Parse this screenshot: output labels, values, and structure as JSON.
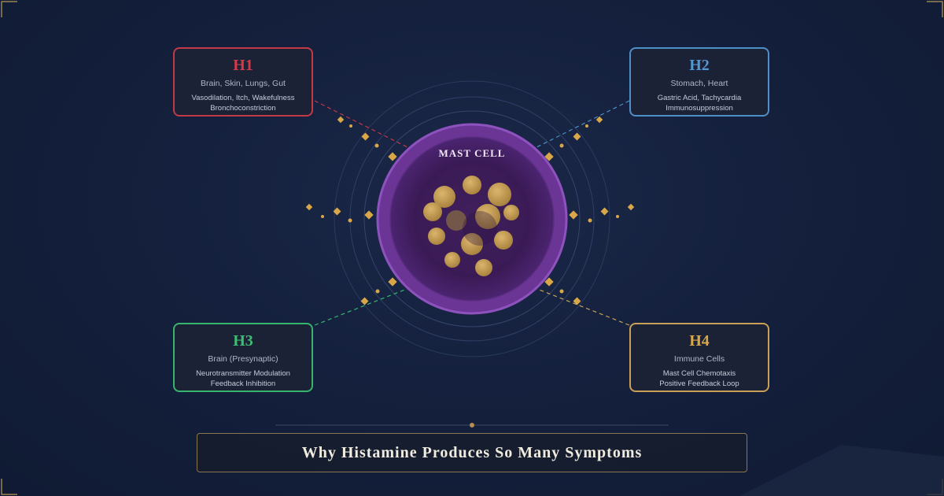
{
  "center": {
    "label": "MAST CELL"
  },
  "receptors": [
    {
      "id": "H1",
      "locations": "Brain, Skin, Lungs, Gut",
      "effects": [
        "Vasodilation, Itch, Wakefulness",
        "Bronchoconstriction"
      ],
      "color": "#c23a47"
    },
    {
      "id": "H2",
      "locations": "Stomach, Heart",
      "effects": [
        "Gastric Acid, Tachycardia",
        "Immunosuppression"
      ],
      "color": "#4e8ec9"
    },
    {
      "id": "H3",
      "locations": "Brain (Presynaptic)",
      "effects": [
        "Neurotransmitter Modulation",
        "Feedback Inhibition"
      ],
      "color": "#37b56c"
    },
    {
      "id": "H4",
      "locations": "Immune Cells",
      "effects": [
        "Mast Cell Chemotaxis",
        "Positive Feedback Loop"
      ],
      "color": "#c9a055"
    }
  ],
  "footer": {
    "title": "Why Histamine Produces So Many Symptoms"
  },
  "colors": {
    "background": "#14203d",
    "cell_outer": "#7a3fa0",
    "cell_inner": "#3a1a55",
    "granule": "#c9a055",
    "accent_gold": "#d9a748"
  }
}
